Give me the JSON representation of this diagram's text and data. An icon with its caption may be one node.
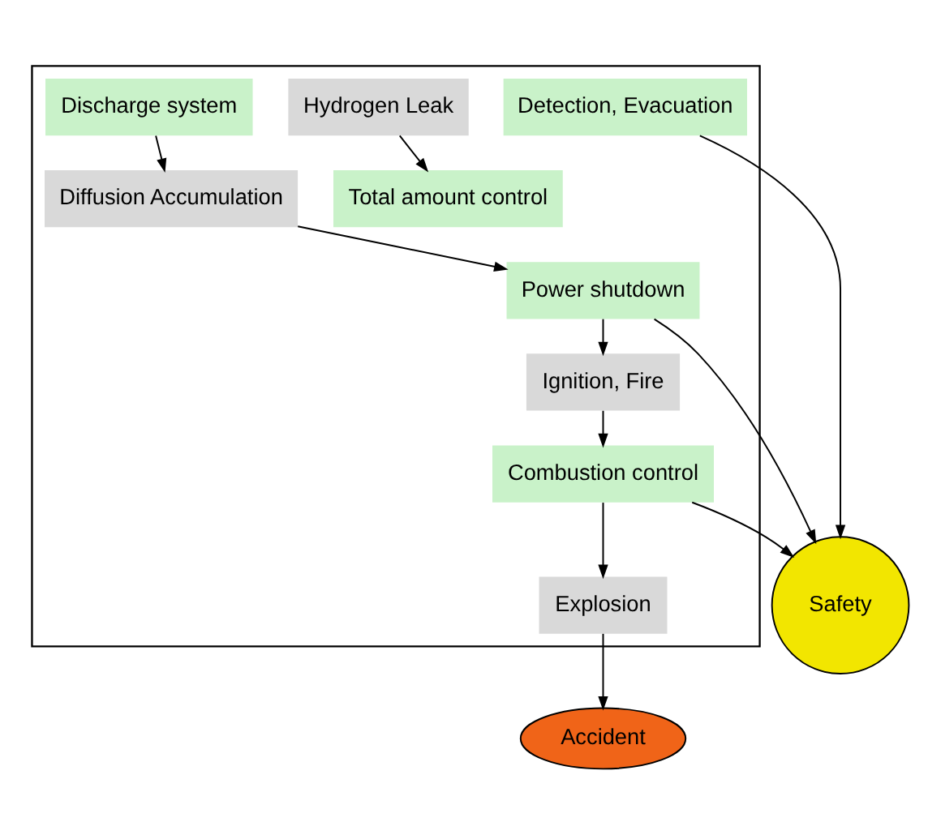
{
  "diagram": {
    "nodes": [
      {
        "text": [],
        "shape": "box"
      },
      {
        "text": [
          "Hydrogen Leak"
        ],
        "in": 0
      },
      {
        "text": [
          "Total amount control"
        ],
        "in": 0
      },
      {
        "text": [
          "Detection, Evacuation"
        ],
        "in": 0
      },
      {
        "text": [
          "Discharge system"
        ],
        "in": 0
      },
      {
        "text": [
          "Diffusion Accumulation"
        ],
        "in": 0
      },
      {
        "text": [
          "Power shutdown"
        ],
        "in": 0
      },
      {
        "text": [
          "Ignition, Fire"
        ],
        "in": 0
      },
      {
        "text": [
          "Combustion control"
        ],
        "in": 0
      },
      {
        "text": [
          "Explosion"
        ],
        "in": 0
      },
      {
        "text": [
          "Safety"
        ]
      },
      {
        "text": [
          "Accident"
        ]
      }
    ],
    "edges": [
      {
        "from": 1,
        "to": 2,
        "arrow": "to"
      },
      {
        "from": 4,
        "to": 5,
        "arrow": "to"
      },
      {
        "from": 5,
        "to": 6,
        "arrow": "to"
      },
      {
        "from": 6,
        "to": 7,
        "arrow": "to"
      },
      {
        "from": 7,
        "to": 8,
        "arrow": "to"
      },
      {
        "from": 8,
        "to": 9,
        "arrow": "to"
      },
      {
        "from": 9,
        "to": 11,
        "arrow": "to"
      },
      {
        "from": 3,
        "to": 10,
        "arrow": "to"
      },
      {
        "from": 6,
        "to": 10,
        "arrow": "to"
      },
      {
        "from": 8,
        "to": 10,
        "arrow": "to"
      }
    ]
  }
}
